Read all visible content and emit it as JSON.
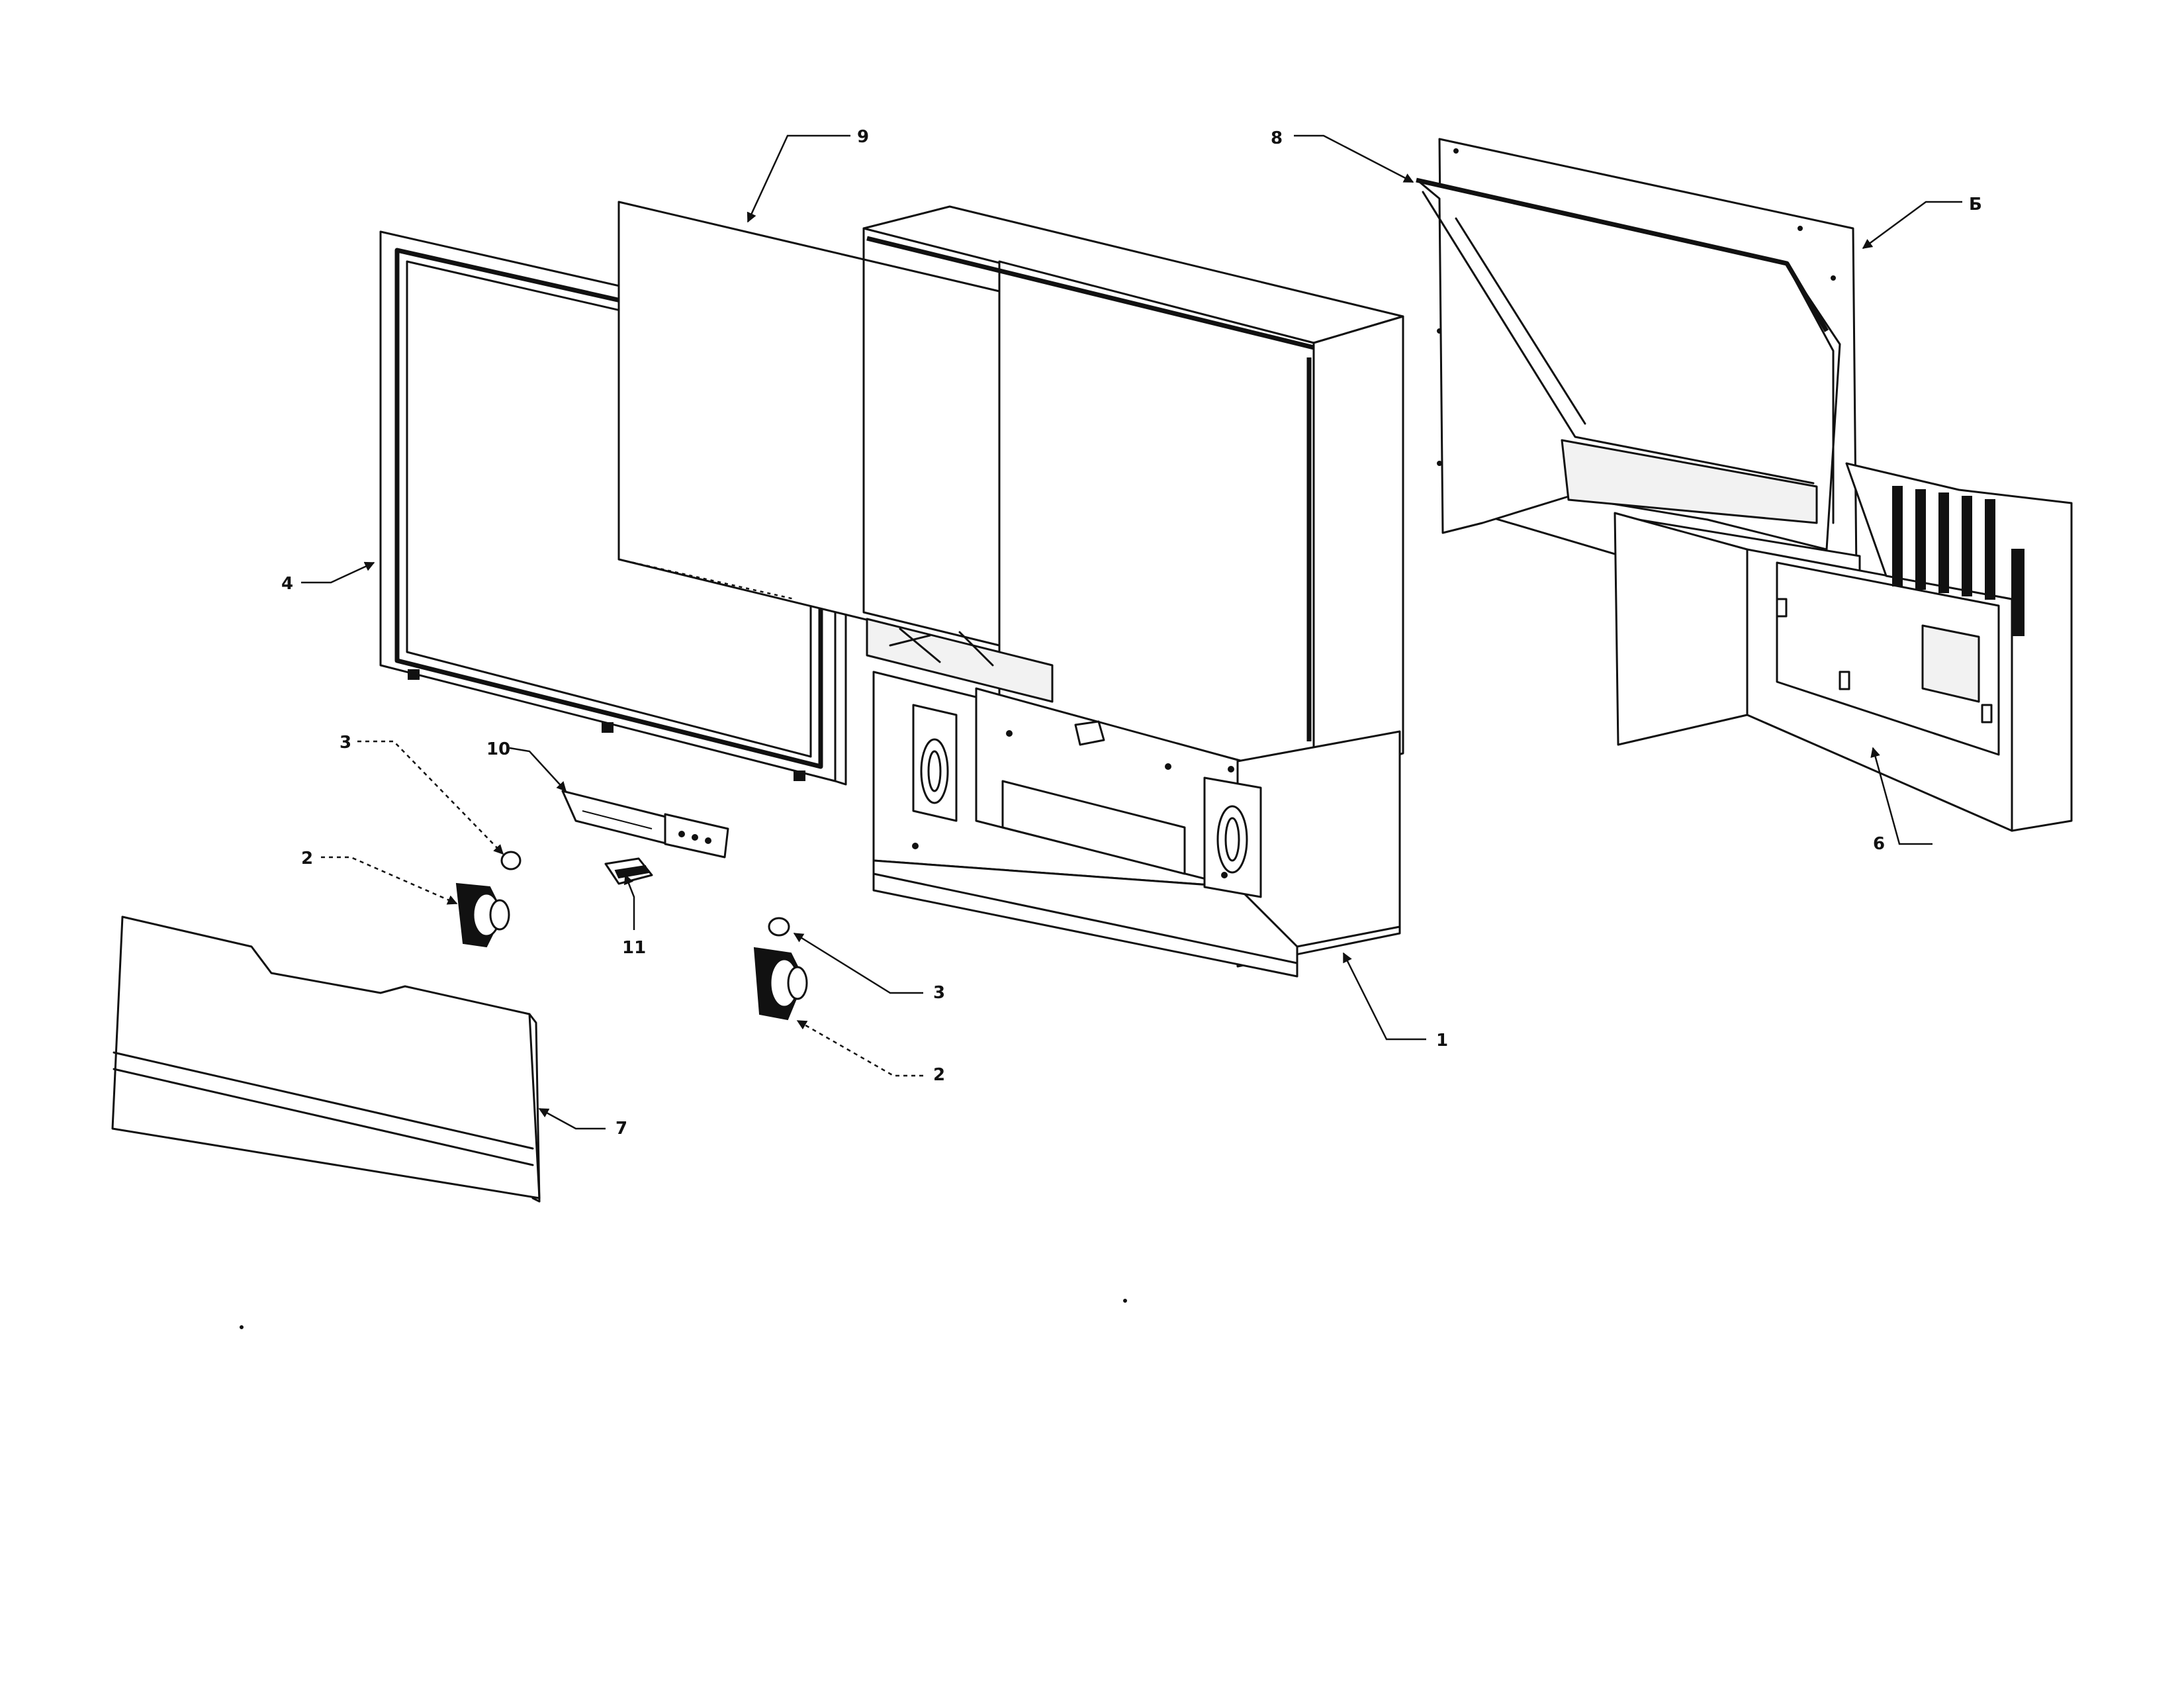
{
  "diagram": {
    "callouts": {
      "c1": "1",
      "c2a": "2",
      "c2b": "2",
      "c3a": "3",
      "c3b": "3",
      "c4": "4",
      "c5": "Б",
      "c6": "6",
      "c7": "7",
      "c8": "8",
      "c9": "9",
      "c10": "10",
      "c11": "11"
    }
  }
}
